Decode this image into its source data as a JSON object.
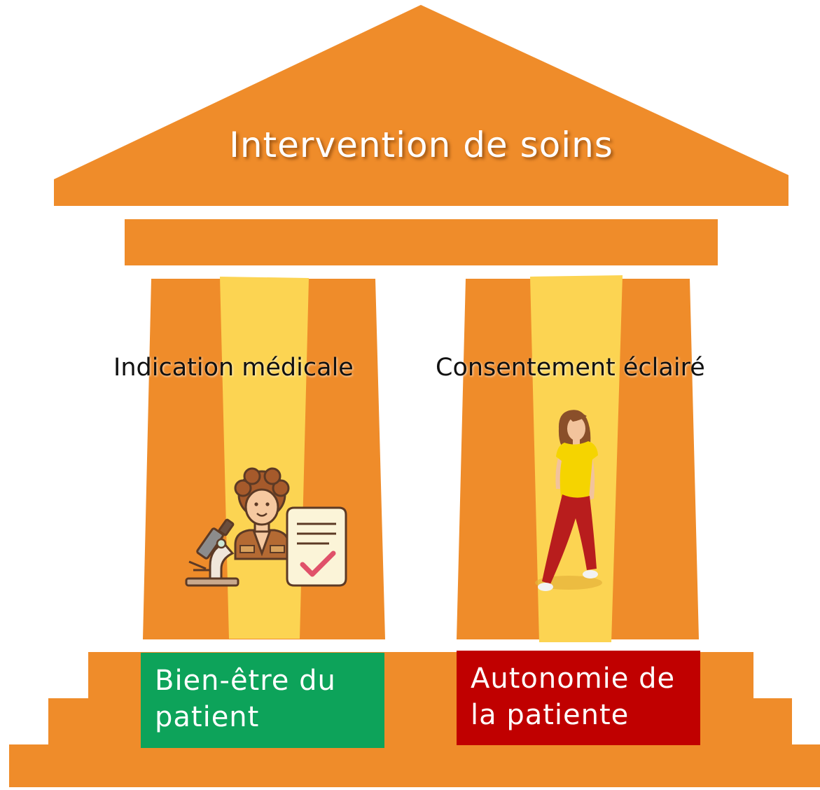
{
  "diagram": {
    "title": "Intervention de soins",
    "pillars": [
      {
        "label": "Indication médicale",
        "icon": "doctor-microscope-checklist-icon",
        "foundation": "Bien-être du patient",
        "foundation_lines": [
          "Bien-être du",
          "patient"
        ]
      },
      {
        "label": "Consentement éclairé",
        "icon": "walking-woman-icon",
        "foundation": "Autonomie de la patiente",
        "foundation_lines": [
          "Autonomie de",
          "la patiente"
        ]
      }
    ]
  },
  "colors": {
    "structure": "#EF8C2A",
    "column_highlight": "#FCD452",
    "foundation_left": "#0DA35A",
    "foundation_right": "#C00000",
    "title_text": "#FFFFFF"
  }
}
